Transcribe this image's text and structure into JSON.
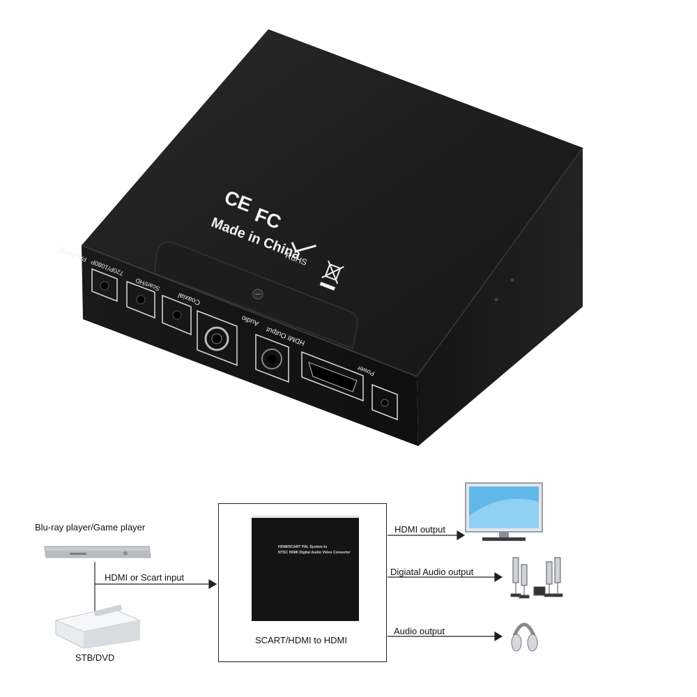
{
  "product": {
    "certifications": {
      "ce": "CE",
      "fc": "FC",
      "rohs": "RoHS",
      "made_in": "Made in China"
    },
    "ports": {
      "pal_ntsc": "PAL/NTSC",
      "resolution": "720P/1080P",
      "scart_hd": "Scart/HD",
      "coaxial": "Coaxial",
      "audio": "Audio",
      "hdmi_output": "HDMI Output",
      "power": "Power"
    },
    "colors": {
      "body": "#1b1b1b",
      "print": "#f2f2f2"
    }
  },
  "diagram": {
    "source_top": "Blu-ray player/Game player",
    "source_bottom": "STB/DVD",
    "input_label": "HDMI or Scart input",
    "center_caption": "SCART/HDMI to HDMI",
    "mini_device_text_line1": "HDMI/SCART PAL System to",
    "mini_device_text_line2": "NTSC HDMI Digital Audio Video Converter",
    "out_hdmi": "HDMI output",
    "out_digital_audio": "Digiatal Audio  output",
    "out_audio": "Audio  output"
  }
}
